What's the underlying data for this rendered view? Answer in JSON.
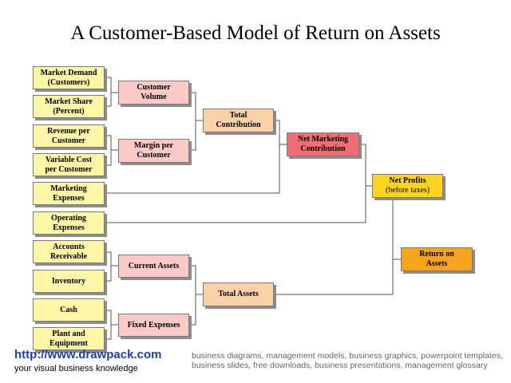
{
  "title": "A Customer-Based Model of Return on Assets",
  "boxes": {
    "market_demand": "Market Demand\n(Customers)",
    "market_share": "Market Share\n(Percent)",
    "revenue_per_customer": "Revenue per\nCustomer",
    "variable_cost": "Variable Cost\nper Customer",
    "marketing_expenses": "Marketing\nExpenses",
    "operating_expenses": "Operating\nExpenses",
    "accounts_receivable": "Accounts\nReceivable",
    "inventory": "Inventory",
    "cash": "Cash",
    "plant_equipment": "Plant and\nEquipment",
    "customer_volume": "Customer\nVolume",
    "margin_per_customer": "Margin per\nCustomer",
    "current_assets": "Current Assets",
    "fixed_expenses": "Fixed Expenses",
    "total_contribution": "Total\nContribution",
    "total_assets": "Total Assets",
    "net_marketing_contribution": "Net Marketing\nContribution",
    "net_profits": "Net Profits",
    "net_profits_sub": "(before taxes)",
    "return_on_assets": "Return on\nAssets"
  },
  "footer": {
    "url": "http://www.drawpack.com",
    "tagline": "your visual business knowledge",
    "description": "business diagrams, management models, business graphics, powerpoint templates, business slides, free downloads, business presentations, management glossary"
  }
}
